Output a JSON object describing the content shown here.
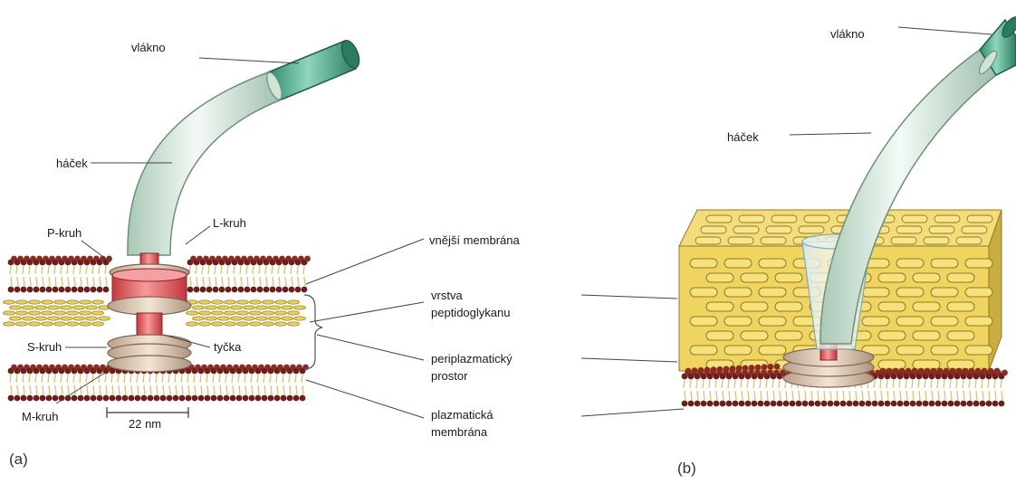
{
  "panel_a": {
    "panel_label": "(a)",
    "labels": {
      "filament": "vlákno",
      "hook": "háček",
      "p_ring": "P-kruh",
      "l_ring": "L-kruh",
      "s_ring": "S-kruh",
      "rod": "tyčka",
      "m_ring": "M-kruh",
      "scale": "22 nm"
    }
  },
  "panel_b": {
    "panel_label": "(b)",
    "labels": {
      "filament": "vlákno",
      "hook": "háček"
    }
  },
  "shared_labels": {
    "outer_membrane": "vnější membrána",
    "peptidoglycan_1": "vrstva",
    "peptidoglycan_2": "peptidoglykanu",
    "periplasm_1": "periplazmatický",
    "periplasm_2": "prostor",
    "plasma_membrane_1": "plazmatická",
    "plasma_membrane_2": "membrána"
  },
  "colors": {
    "filament": "#5fb79a",
    "hook": "#e3efe6",
    "ring_tan": "#e6cfb8",
    "ring_red": "#e8595f",
    "lipid_head": "#6b1f1a",
    "peptidoglycan": "#e9cf55"
  }
}
